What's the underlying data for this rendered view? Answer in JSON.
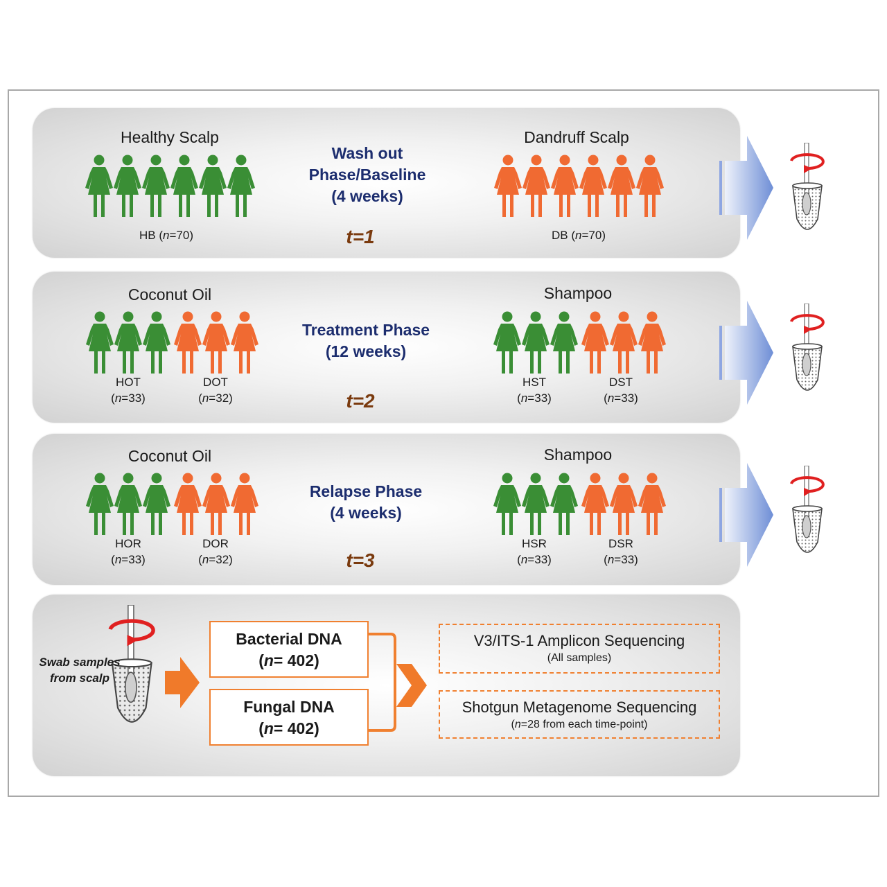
{
  "colors": {
    "healthy": "#3a8e35",
    "dandruff": "#f06a32",
    "phase_text": "#1c2d6e",
    "time_text": "#7a3a0e",
    "accent_orange": "#f08030",
    "arrow_blue": "#6f8fd6"
  },
  "icons": {
    "person": "woman-figure-icon",
    "tube": "swab-tube-icon",
    "rotate": "rotation-arrow-icon",
    "arrow": "right-arrow-icon"
  },
  "rows": [
    {
      "left_title": "Healthy Scalp",
      "right_title": "Dandruff Scalp",
      "phase_lines": [
        "Wash out",
        "Phase/Baseline",
        "(4 weeks)"
      ],
      "time": "t=1",
      "groups": [
        {
          "name": "HB",
          "n": "70"
        },
        {
          "name": "DB",
          "n": "70"
        }
      ]
    },
    {
      "left_title": "Coconut Oil",
      "right_title": "Shampoo",
      "phase_lines": [
        "Treatment Phase",
        "(12 weeks)"
      ],
      "time": "t=2",
      "groups": [
        {
          "name": "HOT",
          "n": "33"
        },
        {
          "name": "DOT",
          "n": "32"
        },
        {
          "name": "HST",
          "n": "33"
        },
        {
          "name": "DST",
          "n": "33"
        }
      ]
    },
    {
      "left_title": "Coconut Oil",
      "right_title": "Shampoo",
      "phase_lines": [
        "Relapse Phase",
        "(4 weeks)"
      ],
      "time": "t=3",
      "groups": [
        {
          "name": "HOR",
          "n": "33"
        },
        {
          "name": "DOR",
          "n": "32"
        },
        {
          "name": "HSR",
          "n": "33"
        },
        {
          "name": "DSR",
          "n": "33"
        }
      ]
    }
  ],
  "workflow": {
    "swab_lines": [
      "Swab samples",
      "from scalp"
    ],
    "bacterial": {
      "title": "Bacterial DNA",
      "n": "402"
    },
    "fungal": {
      "title": "Fungal DNA",
      "n": "402"
    },
    "amplicon": {
      "title": "V3/ITS-1 Amplicon Sequencing",
      "sub": "(All samples)"
    },
    "shotgun": {
      "title": "Shotgun Metagenome Sequencing",
      "n": "28",
      "sub_suffix": " from each time-point)"
    }
  }
}
